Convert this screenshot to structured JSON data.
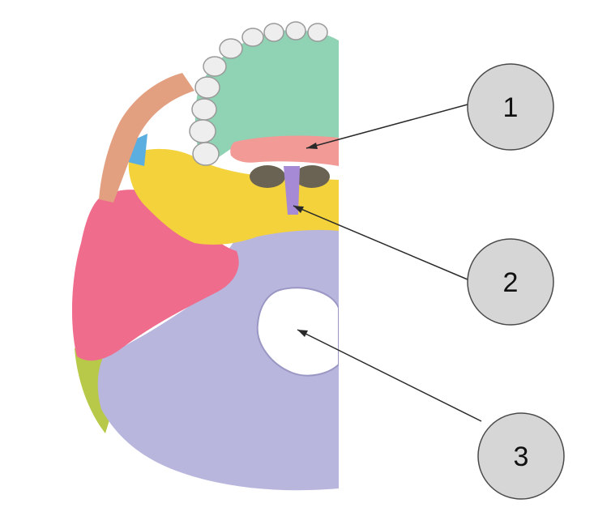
{
  "callouts": [
    {
      "number": "1"
    },
    {
      "number": "2"
    },
    {
      "number": "3"
    }
  ],
  "colors": {
    "background": "#ffffff",
    "callout_fill": "#d6d6d6",
    "callout_stroke": "#4a4a4a",
    "leader_line": "#2a2a2a",
    "maxilla": "#8fd3b4",
    "palatine": "#f29a96",
    "vomer": "#a78ad6",
    "sphenoid": "#f3d23c",
    "temporal": "#ef6c8c",
    "occipital": "#b9b6de",
    "zygomatic": "#e2a080",
    "parietal": "#b8c94a",
    "frontal": "#5aaee0",
    "teeth": "#eeeeee"
  }
}
